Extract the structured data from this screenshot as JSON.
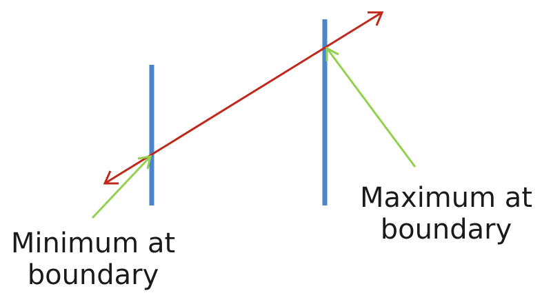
{
  "labels": {
    "minimum": {
      "line1": "Minimum at",
      "line2": "boundary"
    },
    "maximum": {
      "line1": "Maximum at",
      "line2": "boundary"
    }
  },
  "colors": {
    "boundary": "#4a86c8",
    "line": "#c0281b",
    "pointer": "#92d050",
    "text": "#1a1a1a"
  }
}
